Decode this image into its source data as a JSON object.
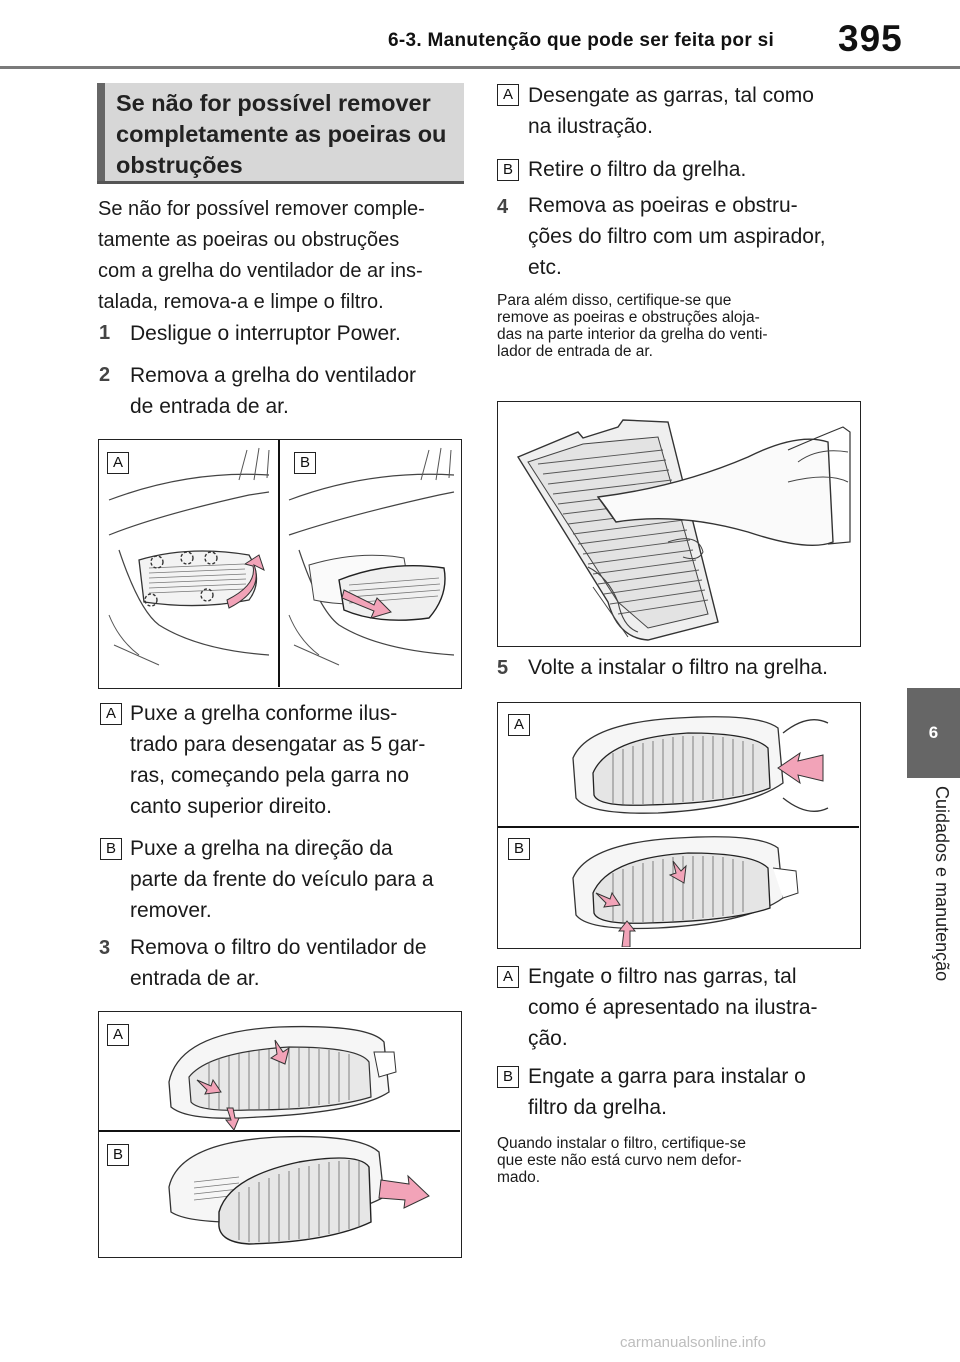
{
  "header": {
    "section_title": "6-3. Manutenção que pode ser feita por si",
    "page_number": "395"
  },
  "side_tab": {
    "chapter_number": "6",
    "chapter_label": "Cuidados e manutenção"
  },
  "left": {
    "heading": "Se não for possível remover completamente as poeiras ou obstruções",
    "intro": [
      "Se não for possível remover comple-",
      "tamente as poeiras ou obstruções",
      "com a grelha do ventilador de ar ins-",
      "talada, remova-a e limpe o filtro."
    ],
    "step1": {
      "num": "1",
      "lines": [
        "Desligue o interruptor Power."
      ]
    },
    "step2": {
      "num": "2",
      "lines": [
        "Remova a grelha do ventilador",
        "de entrada de ar."
      ]
    },
    "fig1": {
      "label_a": "A",
      "label_b": "B"
    },
    "sub_a": {
      "label": "A",
      "lines": [
        "Puxe a grelha conforme ilus-",
        "trado para desengatar as 5 gar-",
        "ras, começando pela garra no",
        "canto superior direito."
      ]
    },
    "sub_b": {
      "label": "B",
      "lines": [
        "Puxe a grelha na direção da",
        "parte da frente do veículo para a",
        "remover."
      ]
    },
    "step3": {
      "num": "3",
      "lines": [
        "Remova o filtro do ventilador de",
        "entrada de ar."
      ]
    },
    "fig2": {
      "label_a": "A",
      "label_b": "B"
    }
  },
  "right": {
    "sub_a": {
      "label": "A",
      "lines": [
        "Desengate as garras, tal como",
        "na ilustração."
      ]
    },
    "sub_b": {
      "label": "B",
      "lines": [
        "Retire o filtro da grelha."
      ]
    },
    "step4": {
      "num": "4",
      "lines": [
        "Remova as poeiras e obstru-",
        "ções do filtro com um aspirador,",
        "etc."
      ]
    },
    "note1": [
      "Para além disso, certifique-se que",
      "remove as poeiras e obstruções aloja-",
      "das na parte interior da grelha do venti-",
      "lador de entrada de ar."
    ],
    "step5": {
      "num": "5",
      "lines": [
        "Volte a instalar o filtro na grelha."
      ]
    },
    "fig4": {
      "label_a": "A",
      "label_b": "B"
    },
    "sub_a2": {
      "label": "A",
      "lines": [
        "Engate o filtro nas garras, tal",
        "como é apresentado na ilustra-",
        "ção."
      ]
    },
    "sub_b2": {
      "label": "B",
      "lines": [
        "Engate a garra para instalar o",
        "filtro da grelha."
      ]
    },
    "note2": [
      "Quando instalar o filtro, certifique-se",
      "que este não está curvo nem defor-",
      "mado."
    ]
  },
  "footer": {
    "watermark": "carmanualsonline.info"
  },
  "colors": {
    "arrow_pink": "#f2a3b8",
    "header_rule": "#7a7a7a",
    "tab_gray": "#666666"
  }
}
